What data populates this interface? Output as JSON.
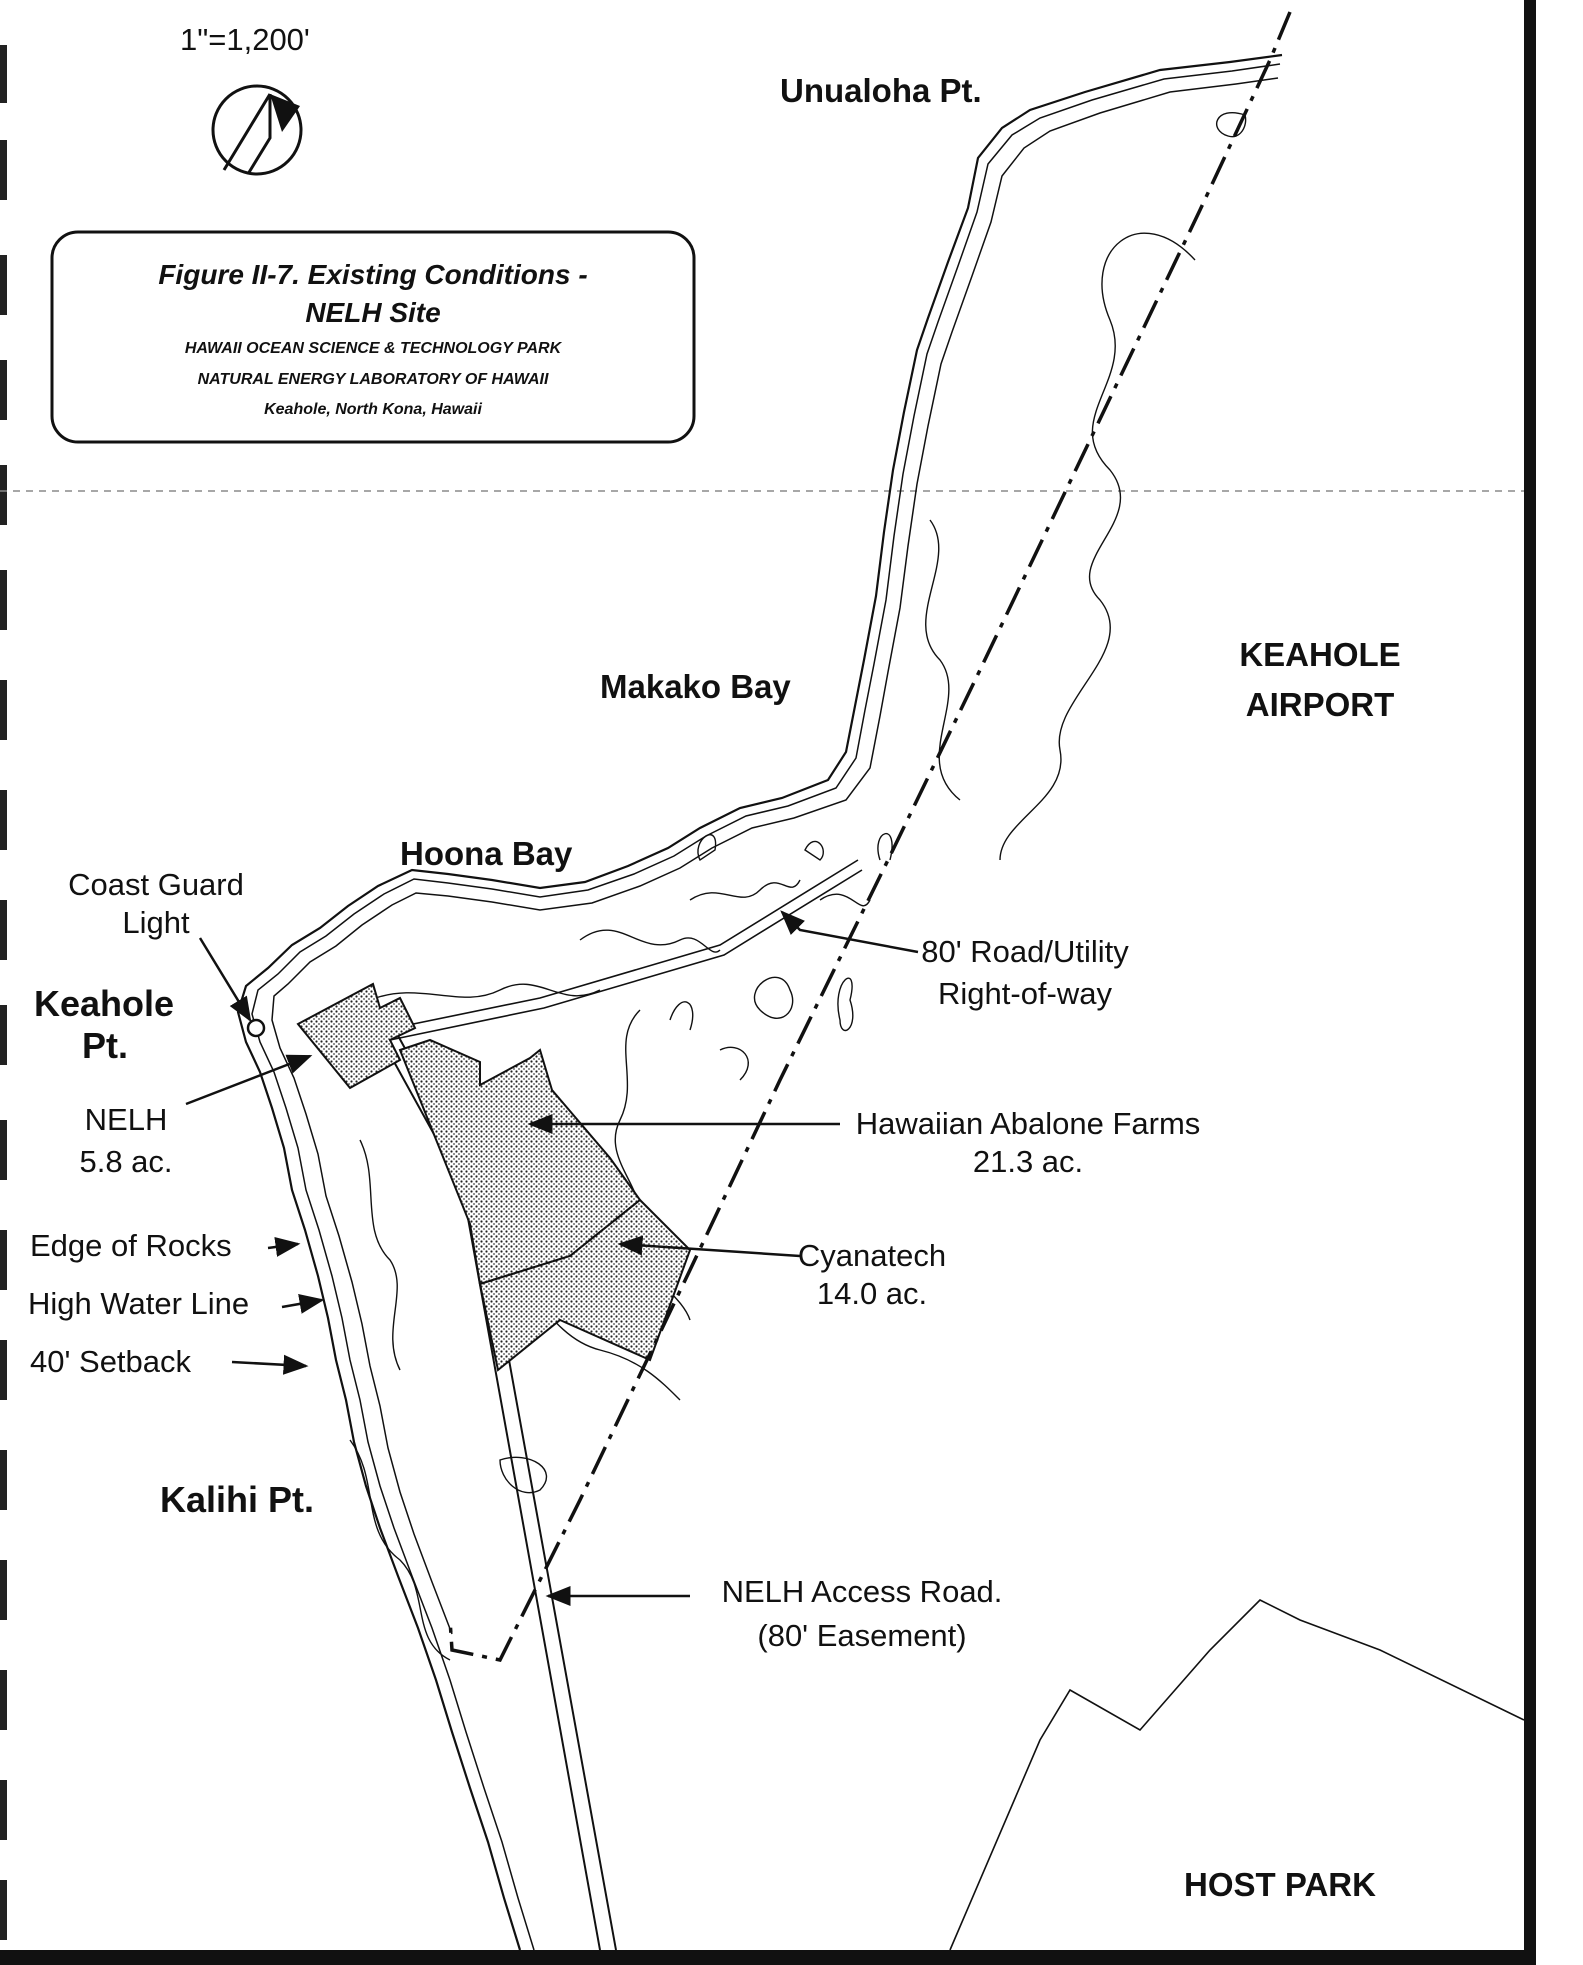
{
  "scale": "1\"=1,200'",
  "title_box": {
    "title_line1": "Figure II-7. Existing Conditions -",
    "title_line2": "NELH Site",
    "subtitle_line1": "HAWAII OCEAN SCIENCE & TECHNOLOGY PARK",
    "subtitle_line2": "NATURAL ENERGY LABORATORY OF HAWAII",
    "subtitle_line3": "Keahole, North Kona, Hawaii"
  },
  "places": {
    "unualoha": "Unualoha Pt.",
    "makako": "Makako Bay",
    "hoona": "Hoona Bay",
    "keahole_line1": "Keahole",
    "keahole_line2": "Pt.",
    "kalihi": "Kalihi Pt.",
    "airport_line1": "KEAHOLE",
    "airport_line2": "AIRPORT",
    "host_park": "HOST PARK"
  },
  "annotations": {
    "coast_guard_line1": "Coast Guard",
    "coast_guard_line2": "Light",
    "nelh_line1": "NELH",
    "nelh_line2": "5.8 ac.",
    "abalone_line1": "Hawaiian Abalone Farms",
    "abalone_line2": "21.3 ac.",
    "cyanatech_line1": "Cyanatech",
    "cyanatech_line2": "14.0 ac.",
    "row_line1": "80' Road/Utility",
    "row_line2": "Right-of-way",
    "access_line1": "NELH Access Road.",
    "access_line2": "(80' Easement)",
    "edge_of_rocks": "Edge of Rocks",
    "high_water": "High Water Line",
    "setback": "40' Setback"
  },
  "colors": {
    "ink": "#111111",
    "paper": "#ffffff",
    "parcel_fill": "#b8b8b8"
  }
}
